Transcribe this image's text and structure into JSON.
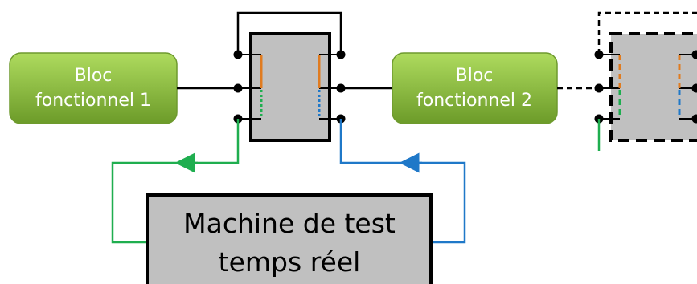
{
  "blocks": {
    "bloc1": {
      "line1": "Bloc",
      "line2": "fonctionnel 1"
    },
    "bloc2": {
      "line1": "Bloc",
      "line2": "fonctionnel 2"
    }
  },
  "machine": {
    "line1": "Machine de test",
    "line2": "temps réel"
  },
  "colors": {
    "block_fill_top": "#a8d45a",
    "block_fill_bottom": "#6f9e2a",
    "switch_box": "#c0c0c0",
    "machine_box": "#c0c0c0",
    "wire": "#000000",
    "orange": "#e07b20",
    "green": "#1fae4f",
    "blue": "#1f78c8"
  }
}
